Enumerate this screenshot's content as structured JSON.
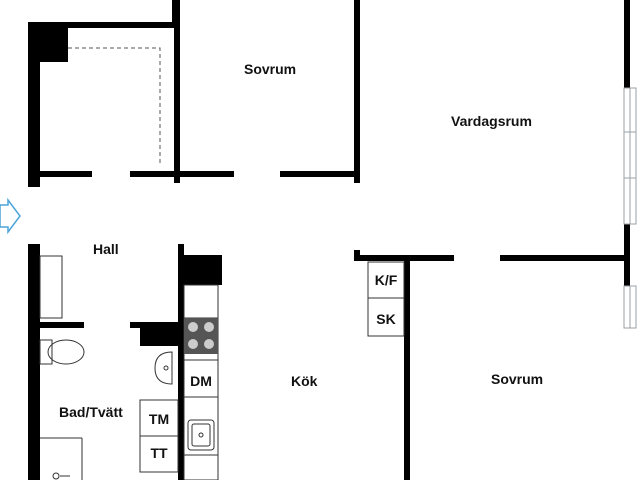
{
  "rooms": {
    "sovrum_top": "Sovrum",
    "vardagsrum": "Vardagsrum",
    "hall": "Hall",
    "kok": "Kök",
    "sovrum_bottom": "Sovrum",
    "bad_tvatt": "Bad/Tvätt"
  },
  "appliances": {
    "kf": "K/F",
    "sk": "SK",
    "dm": "DM",
    "tm": "TM",
    "tt": "TT"
  },
  "colors": {
    "wall": "#000000",
    "background": "#ffffff",
    "window": "#9aa0a6",
    "entrance_arrow": "#4da3d9"
  },
  "icons": {
    "entrance": "entrance-arrow-icon",
    "stove": "stove-icon",
    "sink": "sink-icon",
    "toilet": "toilet-icon",
    "washbasin": "washbasin-icon"
  }
}
